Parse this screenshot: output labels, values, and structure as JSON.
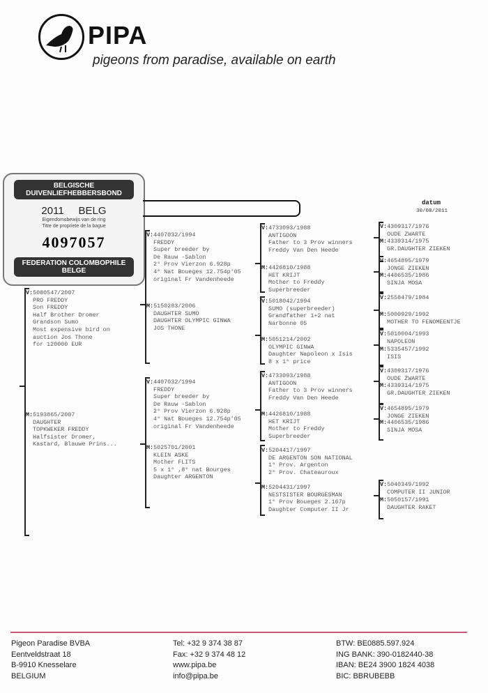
{
  "header": {
    "brand": "PIPA",
    "tagline": "pigeons from paradise, available on earth"
  },
  "ring_card": {
    "top_band": "BELGISCHE DUIVENLIEFHEBBERSBOND",
    "year": "2011",
    "country": "BELG",
    "line1": "Eigendomsbewijs van de ring",
    "line2": "Titre de propriete de la bague",
    "ring_number": "4097057",
    "bottom_band": "FEDERATION COLOMBOPHILE BELGE"
  },
  "datum": {
    "label": "datum",
    "value": "30/08/2011"
  },
  "pedigree": {
    "gen1": [
      {
        "tag": "V:",
        "text": "5080547/2007\nPRO FREDDY\nSon FREDDY\nHalf Brother Dromer\nGrandson Sumo\nMost expensive bird on\nauction Jos Thone\nfor 120000 EUR"
      },
      {
        "tag": "M:",
        "text": "5193865/2007\nDAUGHTER\nTOPKWEKER FREDDY\nHalfsister Dromer,\nKastard, Blauwe Prins..."
      }
    ],
    "gen2": [
      {
        "tag": "V:",
        "text": "4407032/1994\nFREDDY\nSuper breeder by\nDe Rauw -Sablon\n2° Prov Vierzon 6.928p\n4° Nat Boueges 12.754p'05\noriginal Fr Vandenheede"
      },
      {
        "tag": "M:",
        "text": "5150283/2006\nDAUGHTER SUMO\nDAUGHTER OLYMPIC GINWA\nJOS THONE"
      },
      {
        "tag": "V:",
        "text": "4407032/1994\nFREDDY\nSuper breeder by\nDe Rauw -Sablon\n2° Prov Vierzon 6.928p\n4° Nat Boueges 12.754p'05\noriginal Fr Vandenheede"
      },
      {
        "tag": "M:",
        "text": "5025701/2001\nKLEIN ASKE\nMother FLITS\n5 x 1° ,8° nat Bourges\nDaughter ARGENTON"
      }
    ],
    "gen3": [
      {
        "tag": "V:",
        "text": "4733093/1988\nANTIGOON\nFather to 3 Prov winners\nFreddy Van Den Heede"
      },
      {
        "tag": "M:",
        "text": "4426810/1988\nHET KRIJT\nMother to Freddy\nSuperbreeder"
      },
      {
        "tag": "V:",
        "text": "5018042/1994\nSUMO (superbreeder)\nGrandfather 1+2 nat\nNarbonne 05"
      },
      {
        "tag": "M:",
        "text": "5051214/2002\nOLYMPIC GINWA\nDaughter Napoleon x Isis\n8 x 1° price"
      },
      {
        "tag": "V:",
        "text": "4733093/1988\nANTIGOON\nFather to 3 Prov winners\nFreddy Van Den Heede"
      },
      {
        "tag": "M:",
        "text": "4426810/1988\nHET KRIJT\nMother to Freddy\nSuperbreeder"
      },
      {
        "tag": "V:",
        "text": "5204417/1997\nDE ARGENTON SON NATIONAL\n1° Prov. Argenton\n2° Prov. Chateauroux"
      },
      {
        "tag": "M:",
        "text": "5204431/1997\nNESTSISTER BOURGESMAN\n1° Prov Boueges 2.167p\nDaughter Computer II Jr"
      }
    ],
    "gen4": [
      {
        "tag": "V:",
        "text": "4309317/1976\nOUDE ZWARTE"
      },
      {
        "tag": "M:",
        "text": "4339314/1975\nGR.DAUGHTER ZIEKEN"
      },
      {
        "tag": "V:",
        "text": "4654895/1979\nJONGE ZIEKEN"
      },
      {
        "tag": "M:",
        "text": "4406535/1986\nSINJA MOSA"
      },
      {
        "tag": "V:",
        "text": "2558479/1984"
      },
      {
        "tag": "M:",
        "text": "5000929/1992\nMOTHER TO FENOMEENTJE"
      },
      {
        "tag": "V:",
        "text": "5010004/1993\nNAPOLEON"
      },
      {
        "tag": "M:",
        "text": "5335457/1992\nISIS"
      },
      {
        "tag": "V:",
        "text": "4309317/1976\nOUDE ZWARTE"
      },
      {
        "tag": "M:",
        "text": "4339314/1975\nGR.DAUGHTER ZIEKEN"
      },
      {
        "tag": "V:",
        "text": "4654895/1979\nJONGE ZIEKEN"
      },
      {
        "tag": "M:",
        "text": "4406535/1986\nSINJA MOSA"
      },
      {
        "tag": "V:",
        "text": "5040349/1992\nCOMPUTER II JUNIOR"
      },
      {
        "tag": "M:",
        "text": "5050157/1991\nDAUGHTER RAKET"
      }
    ]
  },
  "footer": {
    "col1": [
      "Pigeon Paradise BVBA",
      "Eentveldstraat 18",
      "B-9910 Knesselare",
      "BELGIUM"
    ],
    "col2": [
      "Tel: +32 9 374 38 87",
      "Fax: +32 9 374 48 12",
      "www.pipa.be",
      "info@pipa.be"
    ],
    "col3": [
      "BTW: BE0885.597.924",
      "ING BANK: 390-0182440-38",
      "IBAN: BE24 3900 1824 4038",
      "BIC: BBRUBEBB"
    ]
  }
}
